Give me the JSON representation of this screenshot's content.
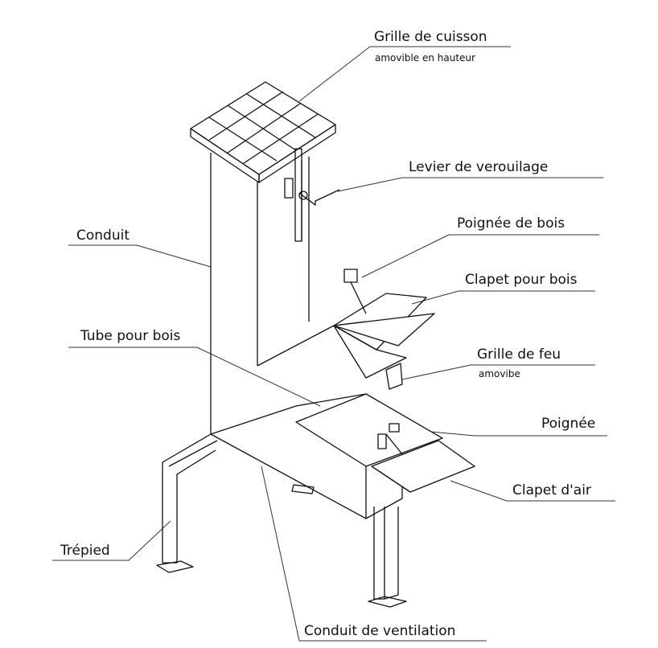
{
  "labels": {
    "grille_cuisson": "Grille de cuisson",
    "grille_cuisson_sub": "amovible en hauteur",
    "levier": "Levier de verouilage",
    "poignee_bois": "Poignée de bois",
    "clapet_bois": "Clapet pour bois",
    "conduit": "Conduit",
    "tube_bois": "Tube pour bois",
    "grille_feu": "Grille de feu",
    "grille_feu_sub": "amovibe",
    "poignee": "Poignée",
    "clapet_air": "Clapet d'air",
    "trepied": "Trépied",
    "conduit_ventilation": "Conduit de ventilation"
  }
}
